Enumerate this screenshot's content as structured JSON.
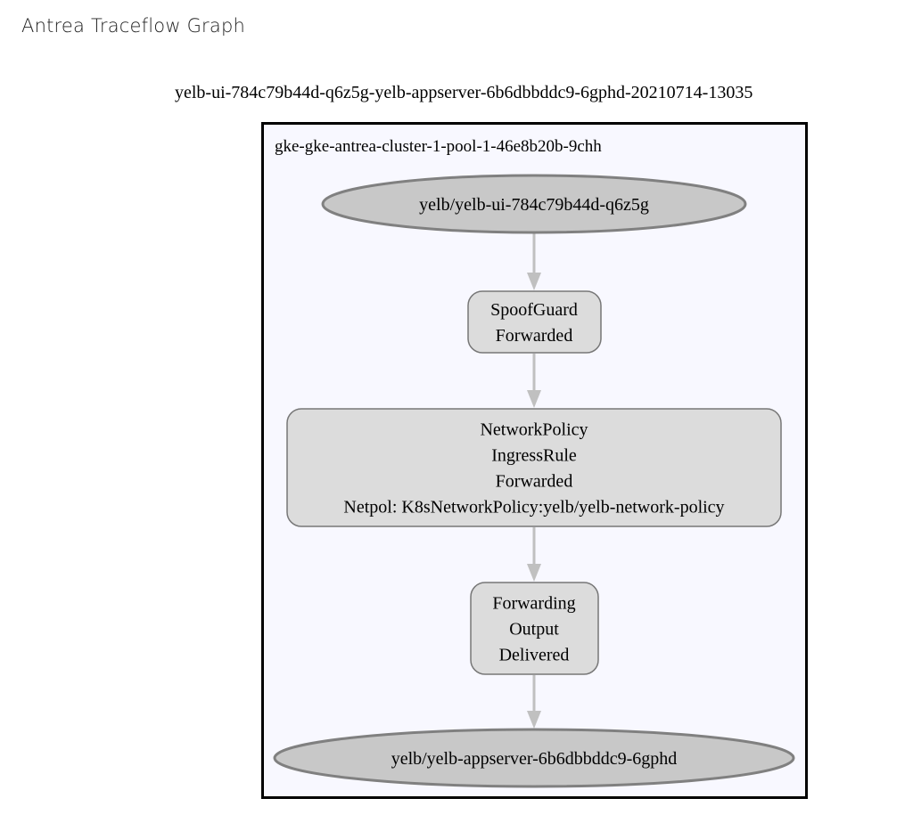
{
  "page": {
    "title": "Antrea Traceflow Graph"
  },
  "graph": {
    "name": "yelb-ui-784c79b44d-q6z5g-yelb-appserver-6b6dbbddc9-6gphd-20210714-13035",
    "cluster": {
      "label": "gke-gke-antrea-cluster-1-pool-1-46e8b20b-9chh"
    },
    "nodes": [
      {
        "id": "source",
        "shape": "ellipse",
        "lines": [
          "yelb/yelb-ui-784c79b44d-q6z5g"
        ]
      },
      {
        "id": "spoofguard",
        "shape": "rounded-box",
        "lines": [
          "SpoofGuard",
          "Forwarded"
        ]
      },
      {
        "id": "networkpolicy",
        "shape": "rounded-box",
        "lines": [
          "NetworkPolicy",
          "IngressRule",
          "Forwarded",
          "Netpol: K8sNetworkPolicy:yelb/yelb-network-policy"
        ]
      },
      {
        "id": "forwarding",
        "shape": "rounded-box",
        "lines": [
          "Forwarding",
          "Output",
          "Delivered"
        ]
      },
      {
        "id": "destination",
        "shape": "ellipse",
        "lines": [
          "yelb/yelb-appserver-6b6dbbddc9-6gphd"
        ]
      }
    ],
    "edges": [
      {
        "from": "source",
        "to": "spoofguard"
      },
      {
        "from": "spoofguard",
        "to": "networkpolicy"
      },
      {
        "from": "networkpolicy",
        "to": "forwarding"
      },
      {
        "from": "forwarding",
        "to": "destination"
      }
    ],
    "colors": {
      "cluster_fill": "#f8f8ff",
      "cluster_stroke": "#000000",
      "ellipse_fill": "#c8c8c8",
      "ellipse_stroke": "#808080",
      "box_fill": "#dcdcdc",
      "box_stroke": "#777777",
      "edge": "#c0c0c0",
      "text": "#000000"
    }
  }
}
